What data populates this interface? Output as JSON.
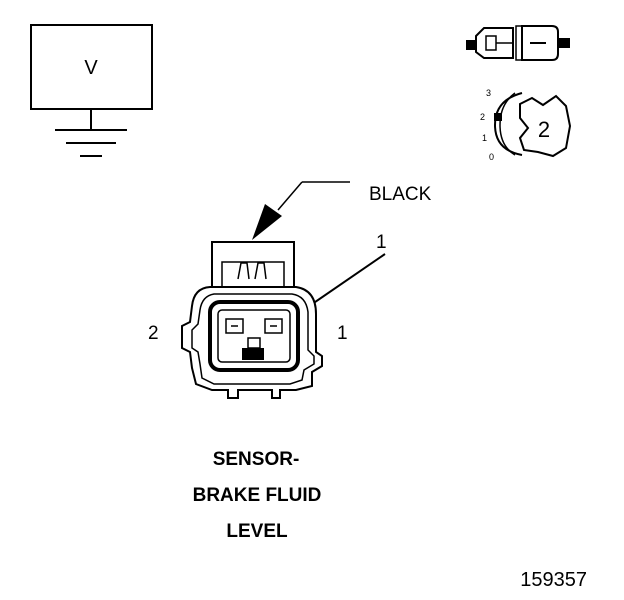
{
  "meter": {
    "label": "V"
  },
  "dial": {
    "position_labels": [
      "3",
      "2",
      "1",
      "0"
    ],
    "selected": "2"
  },
  "connector": {
    "color_label": "BLACK",
    "callout_number": "1",
    "pin_label_left": "2",
    "pin_label_right": "1"
  },
  "caption": {
    "line1": "SENSOR-",
    "line2": "BRAKE FLUID",
    "line3": "LEVEL"
  },
  "figure_id": "159357"
}
